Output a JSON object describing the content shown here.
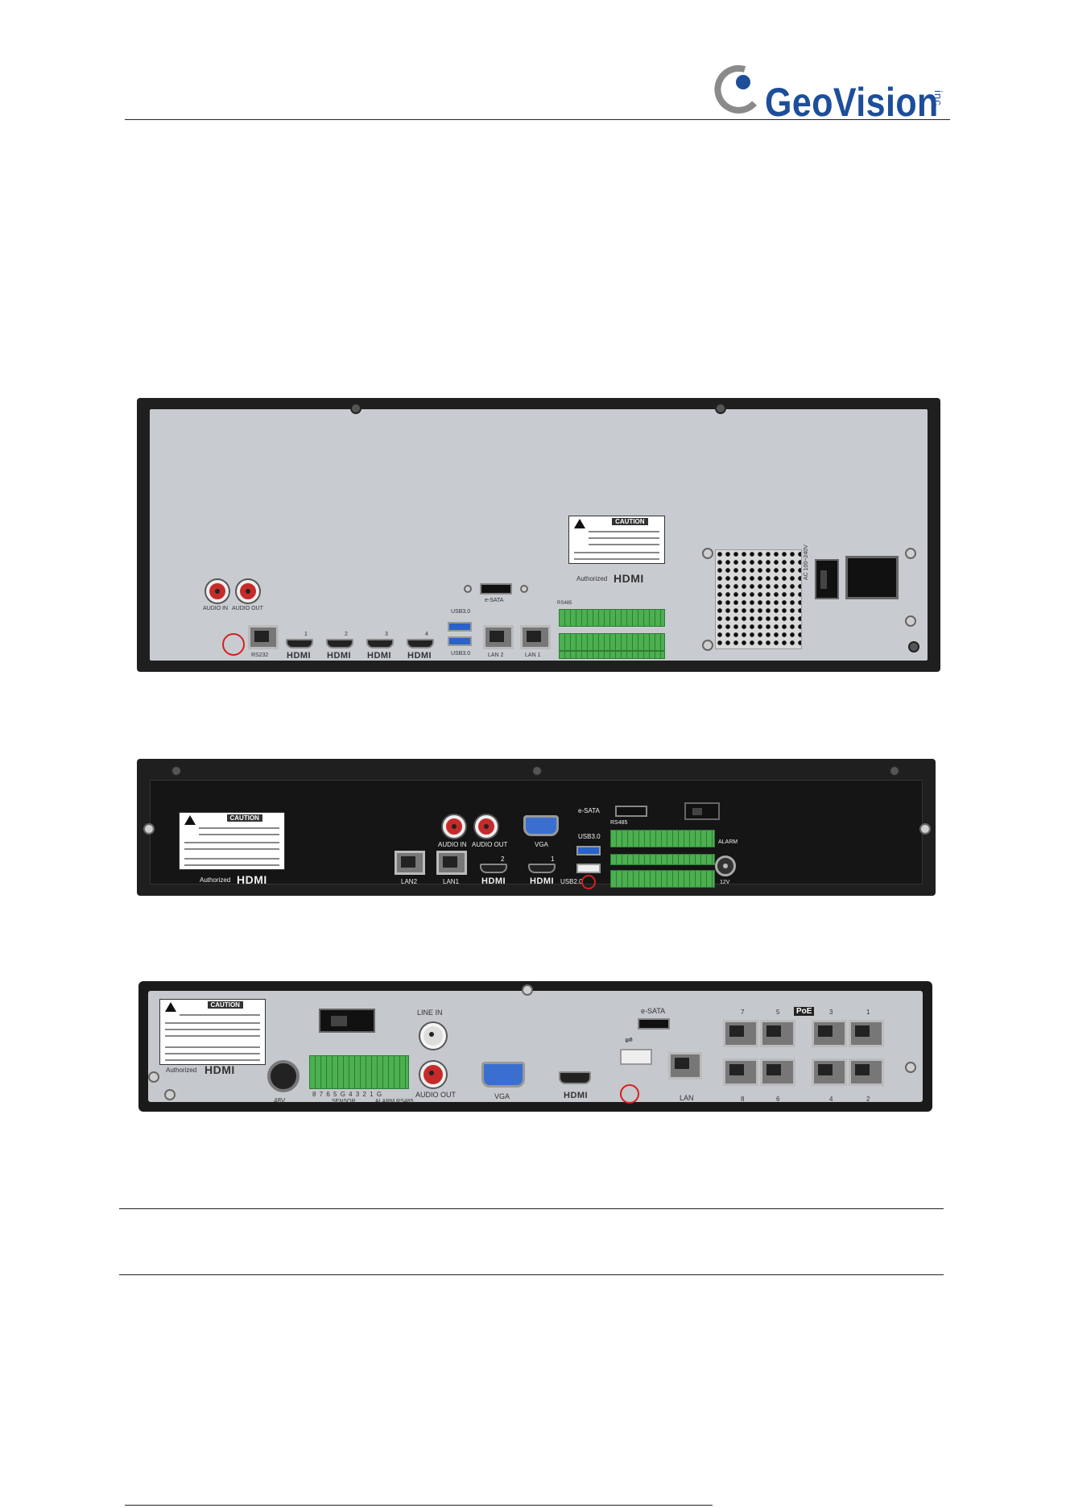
{
  "header": {
    "logo_text": "GeoVision",
    "logo_suffix": "inc",
    "brand_color": "#1d4e9a"
  },
  "devices": [
    {
      "id": "large",
      "labels": {
        "audio_in": "AUDIO IN",
        "audio_out": "AUDIO OUT",
        "rs232": "RS232",
        "hdmi": "HDMI",
        "hdmi_ports": [
          "1",
          "2",
          "3",
          "4"
        ],
        "esata": "e-SATA",
        "usb3_top": "USB3.0",
        "usb3_bottom": "USB3.0",
        "lan2": "LAN 2",
        "lan1": "LAN 1",
        "rs485": "RS485",
        "caution": "CAUTION",
        "authorized": "Authorized",
        "voltage": "AC 100~240V"
      }
    },
    {
      "id": "medium",
      "labels": {
        "caution": "CAUTION",
        "authorized": "Authorized",
        "hdmi": "HDMI",
        "audio_in": "AUDIO IN",
        "audio_out": "AUDIO OUT",
        "vga": "VGA",
        "esata": "e-SATA",
        "rs485": "RS485",
        "usb3": "USB3.0",
        "usb2": "USB2.0",
        "lan2": "LAN2",
        "lan1": "LAN1",
        "hdmi_ports": [
          "2",
          "1"
        ],
        "alarm": "ALARM",
        "dc": "12V"
      }
    },
    {
      "id": "small",
      "labels": {
        "caution": "CAUTION",
        "authorized": "Authorized",
        "hdmi": "HDMI",
        "line_in": "LINE IN",
        "audio_out": "AUDIO OUT",
        "vga": "VGA",
        "esata": "e-SATA",
        "lan": "LAN",
        "sensor": "SENSOR",
        "sensor_pins": "8 7 6 5 G 4 3 2 1 G",
        "alarm_rs485": "ALARM RS485",
        "dc": "48V",
        "poe": "PoE",
        "poe_top": [
          "7",
          "5",
          "3",
          "1"
        ],
        "poe_bottom": [
          "8",
          "6",
          "4",
          "2"
        ]
      }
    }
  ]
}
